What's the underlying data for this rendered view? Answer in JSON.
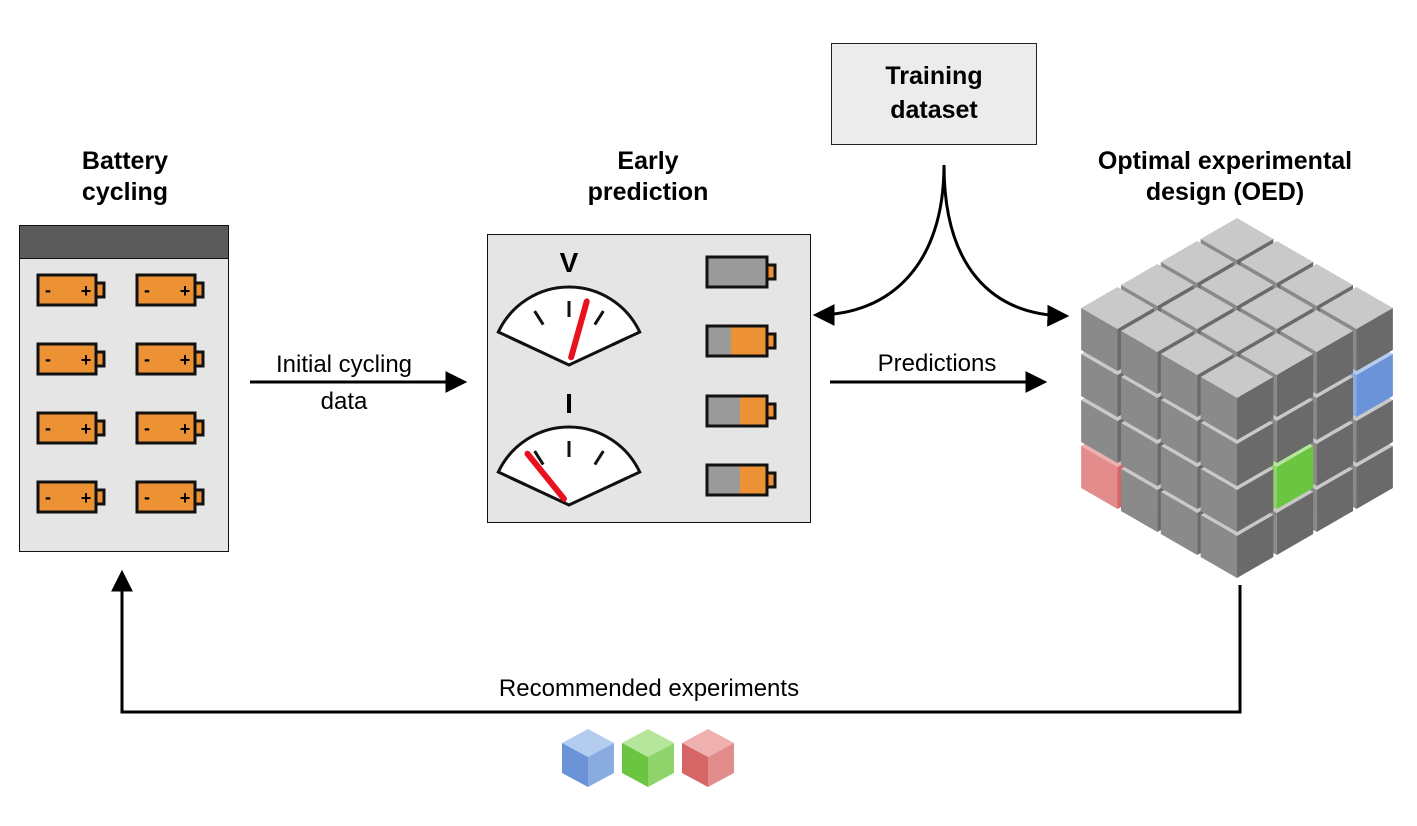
{
  "stages": {
    "battery_cycling": {
      "title_line1": "Battery",
      "title_line2": "cycling"
    },
    "early_prediction": {
      "title_line1": "Early",
      "title_line2": "prediction",
      "gauge_v_label": "V",
      "gauge_i_label": "I"
    },
    "oed": {
      "title_line1": "Optimal experimental",
      "title_line2": "design (OED)"
    },
    "training_dataset": {
      "line1": "Training",
      "line2": "dataset"
    }
  },
  "battery_terminals": {
    "minus": "-",
    "plus": "+"
  },
  "arrows": {
    "initial_cycling_line1": "Initial cycling",
    "initial_cycling_line2": "data",
    "predictions": "Predictions",
    "recommended": "Recommended experiments"
  },
  "charge_levels": [
    0.0,
    0.6,
    0.45,
    0.45
  ],
  "gauges": {
    "v_needle_fraction": 0.62,
    "i_needle_fraction": 0.2
  },
  "colors": {
    "battery_orange": "#ec9234",
    "cube_gray": "#8c8c8c",
    "highlight_blue": "#6b93d8",
    "highlight_green": "#6cc540",
    "highlight_red": "#d66565",
    "needle_red": "#e8121e"
  }
}
